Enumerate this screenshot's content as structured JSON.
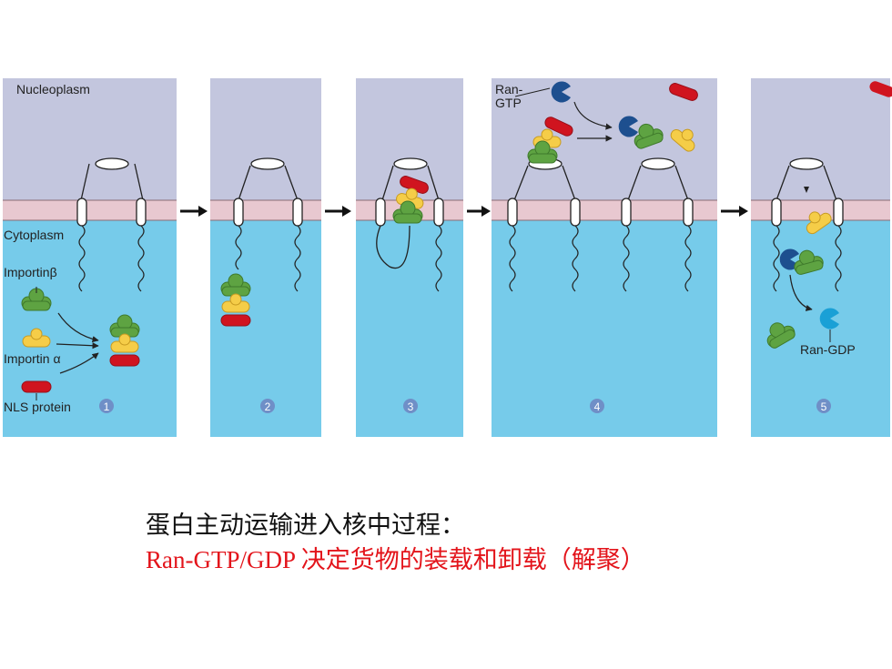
{
  "figure": {
    "labels": {
      "nucleoplasm": "Nucleoplasm",
      "cytoplasm": "Cytoplasm",
      "importin_beta": "Importinβ",
      "importin_alpha": "Importin α",
      "nls_protein": "NLS protein",
      "ran_gtp_line1": "Ran-",
      "ran_gtp_line2": "GTP",
      "ran_gdp": "Ran-GDP"
    },
    "steps": [
      "1",
      "2",
      "3",
      "4",
      "5"
    ]
  },
  "caption": {
    "line1": "蛋白主动运输进入核中过程：",
    "line2": "Ran-GTP/GDP 决定货物的装载和卸载（解聚）"
  },
  "colors": {
    "nucleoplasm": "#c3c6de",
    "cytoplasm": "#76cbea",
    "membrane": "#e8c8d0",
    "importin_beta": "#5ea342",
    "importin_alpha": "#f5cd48",
    "nls_protein": "#d0141f",
    "ran_gtp": "#1d4f8f",
    "ran_gdp": "#1aa0d6",
    "caption_red": "#e3141b"
  }
}
